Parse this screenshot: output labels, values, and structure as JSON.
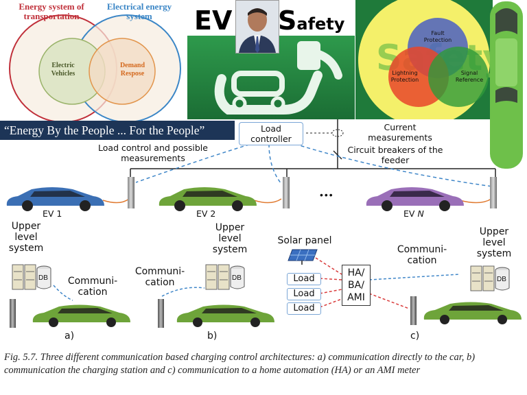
{
  "venn": {
    "left_title": "Energy system of transportation",
    "right_title": "Electrical energy system",
    "left_inner": "Electric Vehicles",
    "right_inner": "Demand Respose"
  },
  "banner": {
    "ev": "EV",
    "safety_s": "S",
    "safety_rest": "afety"
  },
  "safety_venn": {
    "watermark": "Safety",
    "top": "Fault Protection",
    "left": "Lightning Protection",
    "right": "Signal Reference"
  },
  "slogan": "“Energy By the People ... For the People”",
  "diagram": {
    "load_controller": "Load controller",
    "current_measurements": "Current measurements",
    "circuit_breakers": "Circuit breakers of the feeder",
    "load_control_note": "Load control and possible measurements",
    "ellipsis": "•••",
    "ev1": "EV 1",
    "ev2": "EV 2",
    "evn_prefix": "EV ",
    "evn_suffix": "N",
    "upper_level_a": "Upper level system",
    "upper_level_b": "Upper level system",
    "upper_level_c": "Upper level system",
    "db": "DB",
    "comm_a": "Communi-cation",
    "comm_b": "Communi-cation",
    "comm_c": "Communi-cation",
    "solar_panel": "Solar panel",
    "load1": "Load",
    "load2": "Load",
    "load3": "Load",
    "hub": "HA/ BA/ AMI",
    "label_a": "a)",
    "label_b": "b)",
    "label_c": "c)"
  },
  "caption": "Fig. 5.7. Three different communication based charging control architectures: a) communication directly to the car, b) communication the charging station and c) communication to a home automation (HA) or an AMI meter",
  "colors": {
    "venn_left": "#c0303a",
    "venn_right": "#3b86c6",
    "banner_green": "#1f7a3a",
    "slogan_bg": "#1d3557",
    "dash_blue": "#3f86c8",
    "dash_red": "#d93a3a",
    "car_green": "#6ea43a"
  }
}
